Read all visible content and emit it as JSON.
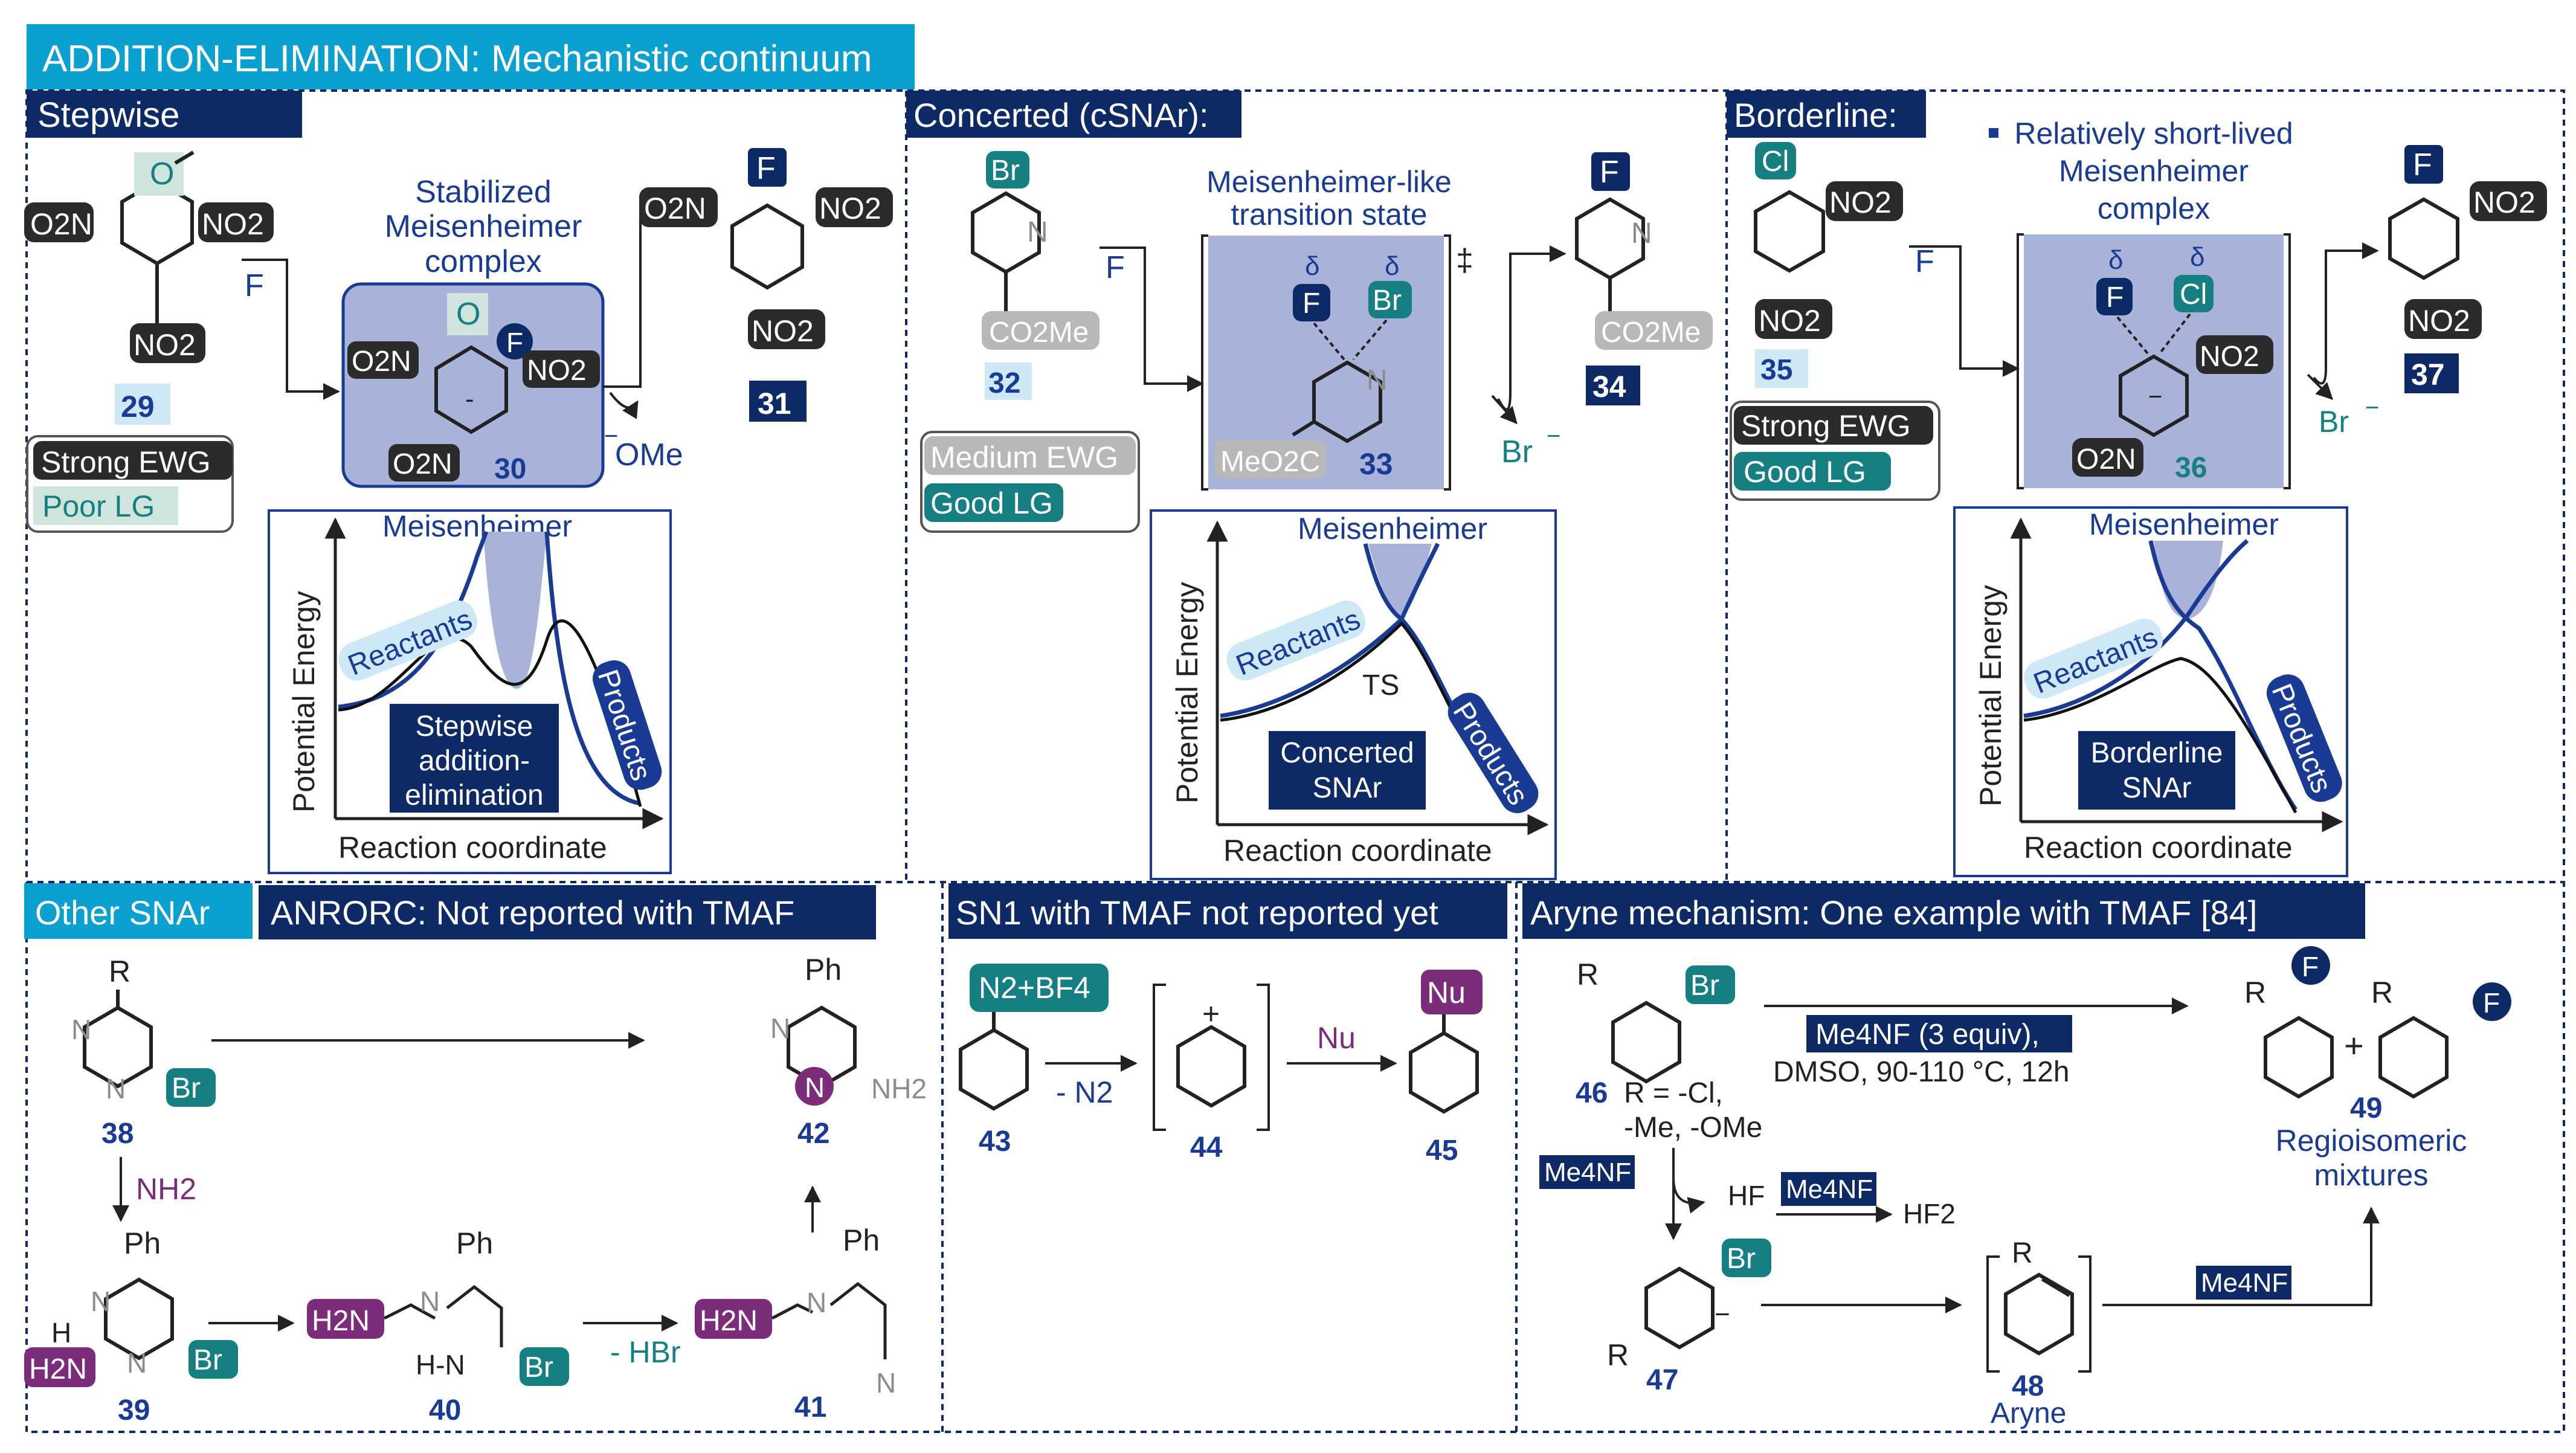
{
  "colors": {
    "navy": "#0d2a66",
    "cyan": "#0aa0cf",
    "teal": "#157f82",
    "purple": "#7b2d7a",
    "blue_text": "#1a3b93",
    "gray_text": "#8c8c8c",
    "light_blue_fill": "#a9b3d9",
    "light_cyan": "#cfe8f6",
    "dark_box": "#2b2b2b",
    "light_teal": "#cfe4dc"
  },
  "header": {
    "title": "ADDITION-ELIMINATION: Mechanistic continuum"
  },
  "stepwise": {
    "title": "Stepwise",
    "sm_labels": {
      "top": "O",
      "left": "O2N",
      "right": "NO2",
      "bottom": "NO2"
    },
    "sm_number": "29",
    "reagent": "F",
    "stabilized_label": [
      "Stabilized",
      "Meisenheimer",
      "complex"
    ],
    "int_labels": {
      "o": "O",
      "f": "F",
      "left": "O2N",
      "right": "NO2",
      "bottom": "O2N",
      "charge": "-"
    },
    "int_number": "30",
    "leaving": "OMe",
    "prod_labels": {
      "f": "F",
      "left": "O2N",
      "right": "NO2",
      "bottom": "NO2"
    },
    "prod_number": "31",
    "ewg_tag": "Strong EWG",
    "lg_tag": "Poor LG",
    "energy": {
      "top_label": "Meisenheimer",
      "ylabel": "Potential Energy",
      "xlabel": "Reaction coordinate",
      "reactants": "Reactants",
      "products": "Products",
      "box_lines": [
        "Stepwise",
        "addition-",
        "elimination"
      ]
    }
  },
  "concerted": {
    "title": "Concerted (cSNAr):",
    "sm_labels": {
      "br": "Br",
      "n": "N",
      "ester": "CO2Me"
    },
    "sm_number": "32",
    "reagent": "F",
    "ts_label": [
      "Meisenheimer-like",
      "transition state"
    ],
    "ts_labels": {
      "f": "F",
      "br": "Br",
      "delta": "δ",
      "n": "N",
      "ester": "MeO2C",
      "dagger": "‡"
    },
    "ts_number": "33",
    "leaving": "Br",
    "prod_labels": {
      "f": "F",
      "n": "N",
      "ester": "CO2Me"
    },
    "prod_number": "34",
    "ewg_tag": "Medium EWG",
    "lg_tag": "Good LG",
    "energy": {
      "top_label": "Meisenheimer",
      "ylabel": "Potential Energy",
      "xlabel": "Reaction coordinate",
      "reactants": "Reactants",
      "products": "Products",
      "ts": "TS",
      "box_lines": [
        "Concerted",
        "SNAr"
      ]
    }
  },
  "borderline": {
    "title": "Borderline:",
    "sm_labels": {
      "cl": "Cl",
      "right": "NO2",
      "bottom": "NO2"
    },
    "sm_number": "35",
    "reagent": "F",
    "note": [
      "Relatively short-lived",
      "Meisenheimer",
      "complex"
    ],
    "int_labels": {
      "f": "F",
      "cl": "Cl",
      "delta": "δ",
      "right": "NO2",
      "bottom": "O2N"
    },
    "int_number": "36",
    "leaving": "Br",
    "prod_labels": {
      "f": "F",
      "right": "NO2",
      "bottom": "NO2"
    },
    "prod_number": "37",
    "ewg_tag": "Strong EWG",
    "lg_tag": "Good LG",
    "energy": {
      "top_label": "Meisenheimer",
      "ylabel": "Potential Energy",
      "xlabel": "Reaction coordinate",
      "reactants": "Reactants",
      "products": "Products",
      "box_lines": [
        "Borderline",
        "SNAr"
      ]
    }
  },
  "other": {
    "title": "Other SNAr",
    "anrorc_title": "ANRORC: Not reported with TMAF",
    "sm_labels": {
      "r": "R",
      "n1": "N",
      "n2": "N",
      "br": "Br"
    },
    "sm_number": "38",
    "reagent": "NH2",
    "n39": {
      "ph": "Ph",
      "h": "H",
      "nh2": "H2N",
      "n1": "N",
      "n2": "N",
      "br": "Br",
      "number": "39"
    },
    "n40": {
      "h2n": "H2N",
      "n": "N",
      "ph": "Ph",
      "hn": "H-N",
      "br": "Br",
      "number": "40"
    },
    "hbr": "- HBr",
    "n41": {
      "h2n": "H2N",
      "n": "N",
      "ph": "Ph",
      "cn": "N",
      "number": "41"
    },
    "n42": {
      "ph": "Ph",
      "n1": "N",
      "n2": "N",
      "nh2": "NH2",
      "number": "42"
    }
  },
  "sn1": {
    "title": "SN1 with TMAF not reported yet",
    "diazo": "N2+BF4",
    "n43": "43",
    "minus_n2": "- N2",
    "plus": "+",
    "n44": "44",
    "nu": "Nu",
    "n45": "45"
  },
  "aryne": {
    "title": "Aryne mechanism: One example with TMAF [84]",
    "r": "R",
    "br": "Br",
    "reagent_box": "Me4NF (3 equiv),",
    "conditions": "DMSO, 90-110 °C, 12h",
    "n46": "46",
    "r_def_1": "R = -Cl,",
    "r_def_2": "-Me, -OMe",
    "me4nf": "Me4NF",
    "hf": "HF",
    "hf2": "HF2",
    "n47": "47",
    "n48": "48",
    "aryne_label": "Aryne",
    "n49": "49",
    "f": "F",
    "plus": "+",
    "regio": [
      "Regioisomeric",
      "mixtures"
    ]
  }
}
